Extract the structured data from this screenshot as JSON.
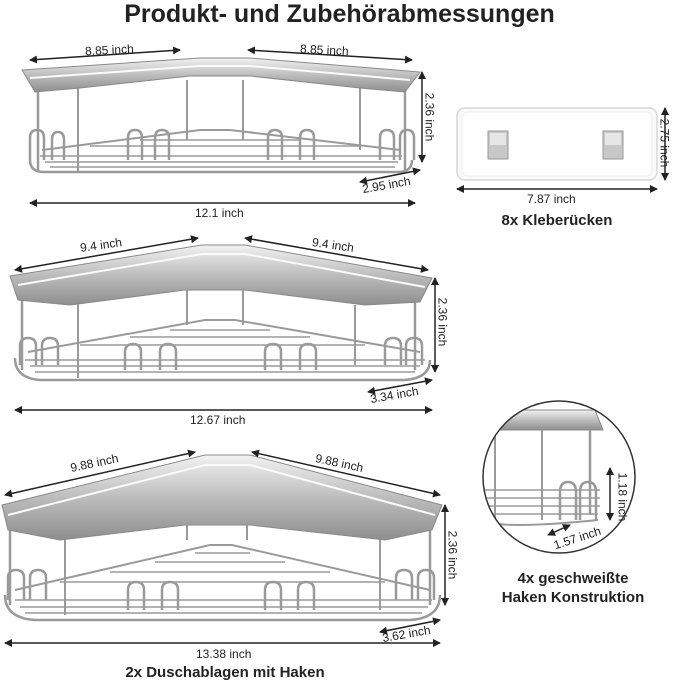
{
  "title": "Produkt- und Zubehörabmessungen",
  "shelf1": {
    "left": "8.85 inch",
    "right": "8.85 inch",
    "height": "2.36 inch",
    "depth": "2.95 inch",
    "width": "12.1 inch"
  },
  "shelf2": {
    "left": "9.4 inch",
    "right": "9.4 inch",
    "height": "2.36 inch",
    "depth": "3.34 inch",
    "width": "12.67 inch"
  },
  "shelf3": {
    "left": "9.88 inch",
    "right": "9.88 inch",
    "height": "2.36 inch",
    "depth": "3.62 inch",
    "width": "13.38 inch"
  },
  "adhesive": {
    "width": "7.87 inch",
    "height": "2.75 inch",
    "caption": "8x Kleberücken"
  },
  "hook": {
    "height": "1.18 inch",
    "depth": "1.57 inch",
    "caption_line1": "4x geschweißte",
    "caption_line2": "Haken Konstruktion"
  },
  "bottom_caption": "2x Duschablagen mit Haken"
}
